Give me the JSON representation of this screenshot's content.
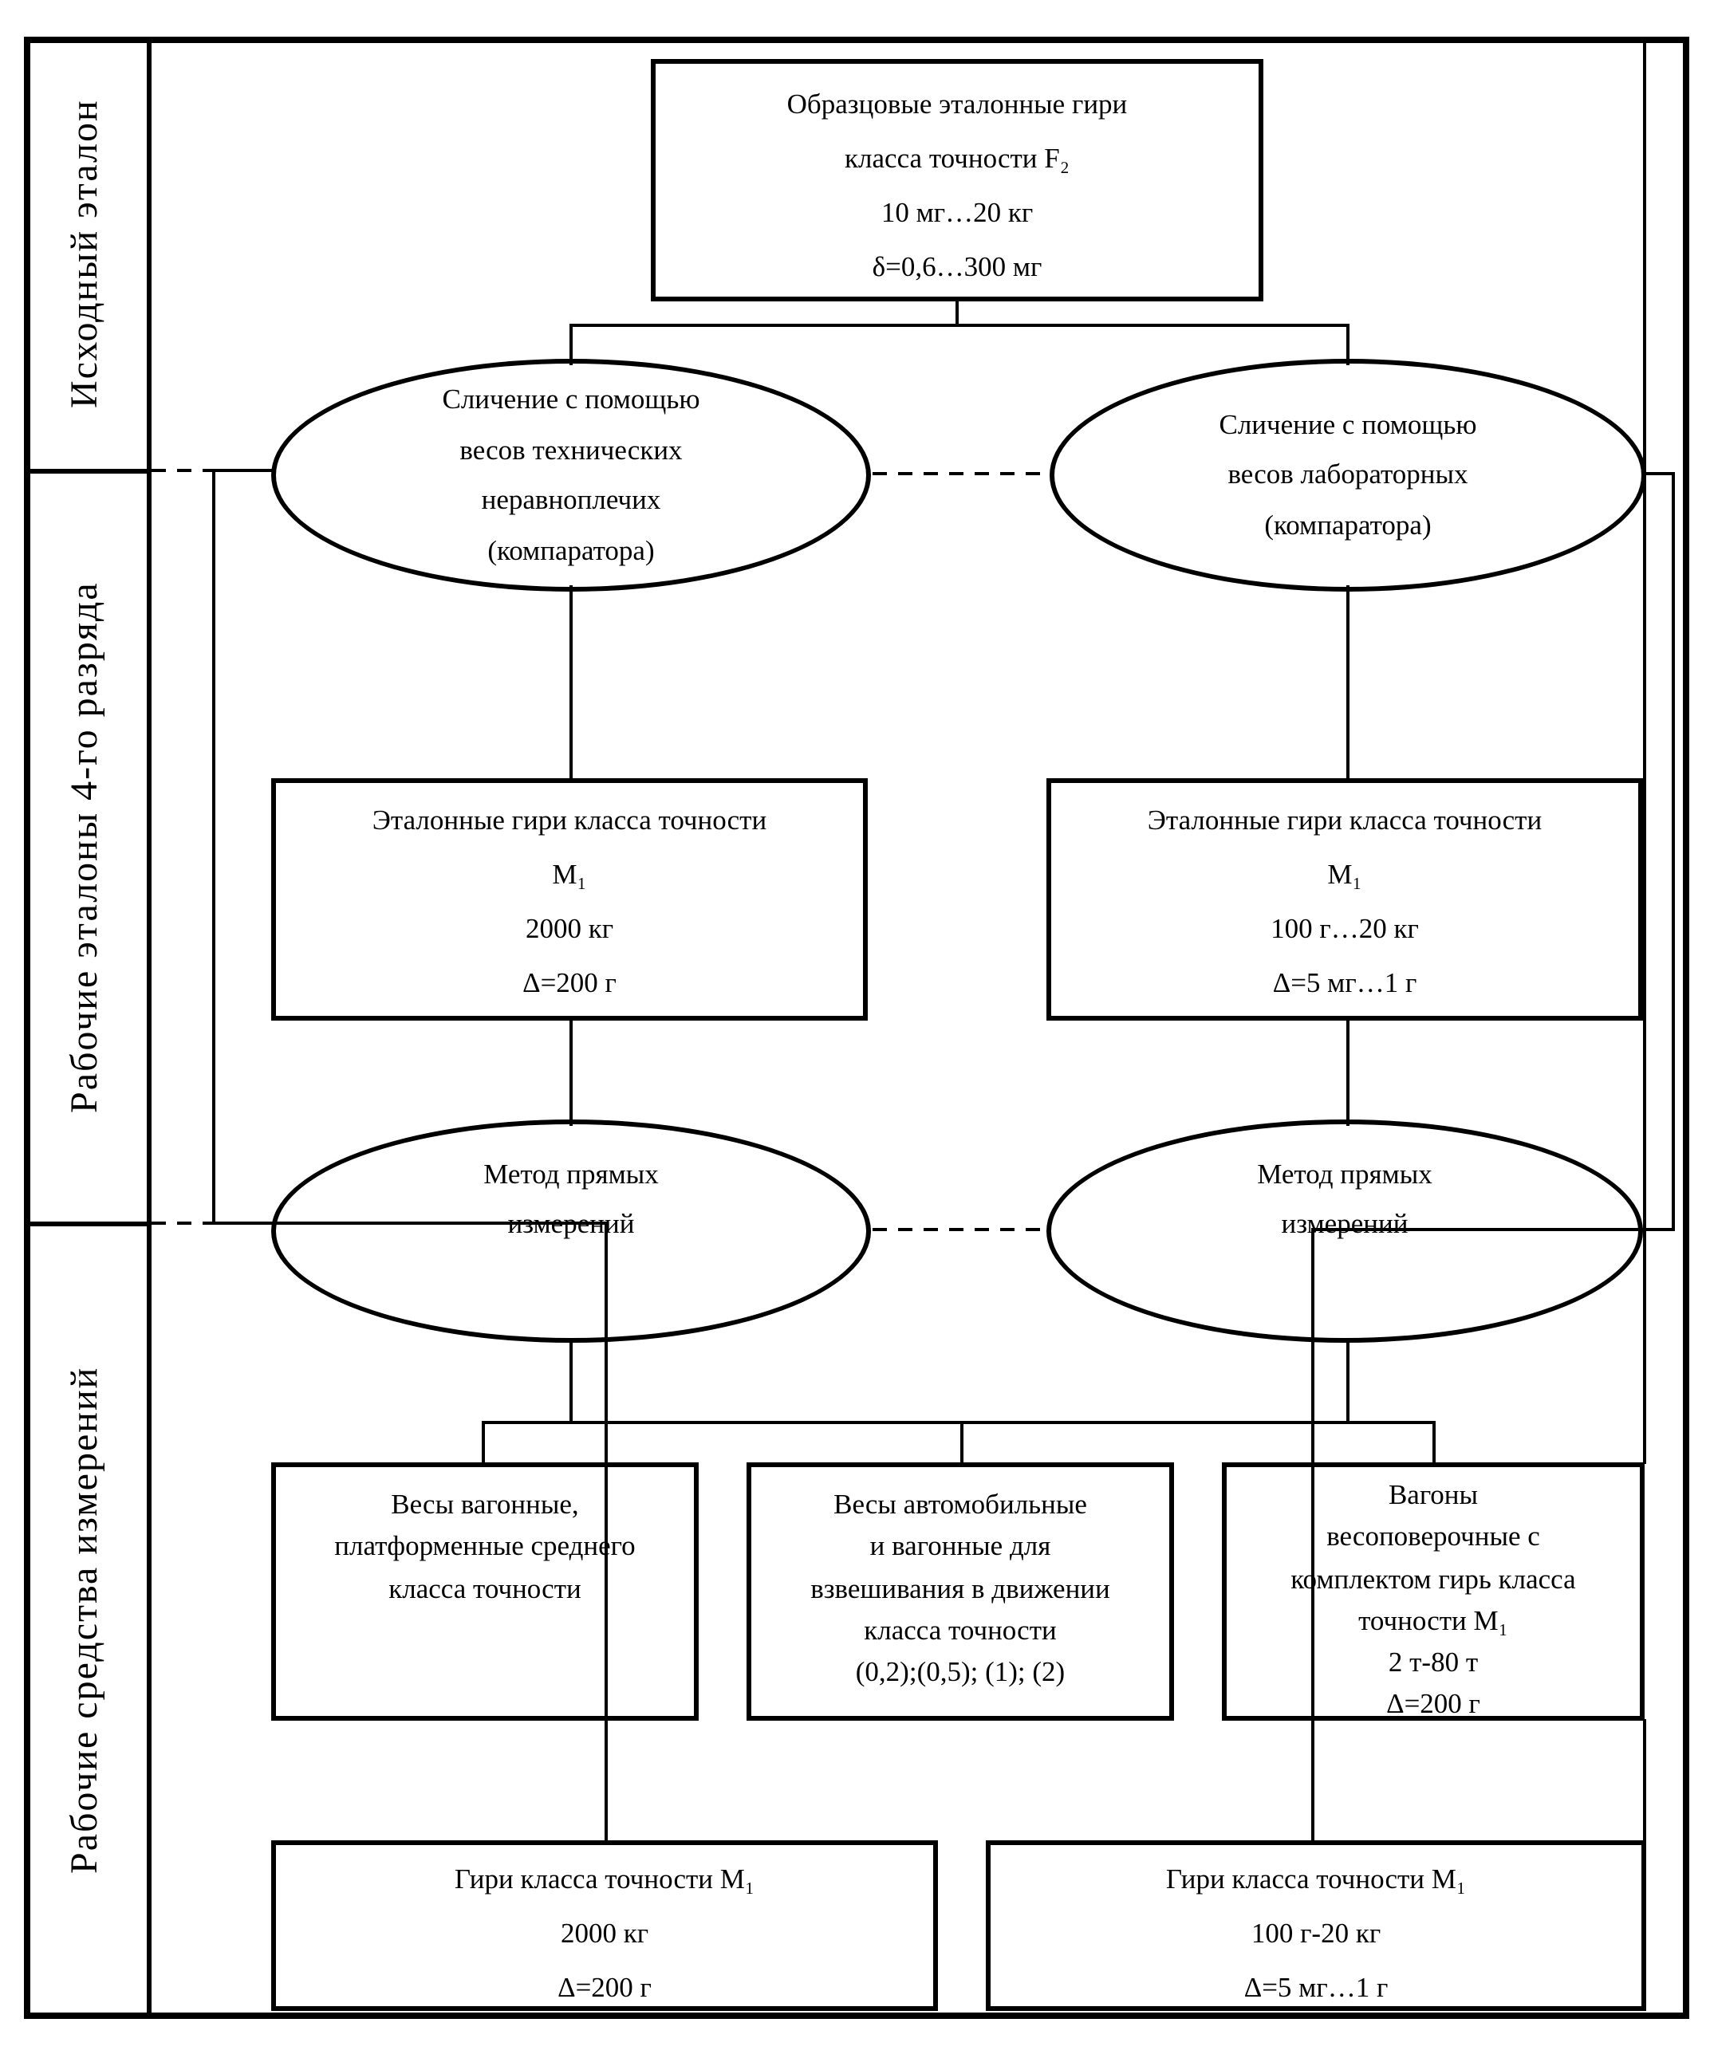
{
  "colors": {
    "ink": "#000000",
    "paper": "#ffffff"
  },
  "sidebar": {
    "sections": [
      {
        "label": "Исходный эталон"
      },
      {
        "label": "Рабочие эталоны 4-го разряда"
      },
      {
        "label": "Рабочие средства измерений"
      }
    ]
  },
  "nodes": {
    "source": {
      "lines": [
        "Образцовые эталонные гири",
        "класса точности F₂",
        "10 мг…20 кг",
        "δ=0,6…300 мг"
      ]
    },
    "compare_technical": {
      "lines": [
        "Сличение с помощью",
        "весов технических",
        "неравноплечих",
        "(компаратора)"
      ]
    },
    "compare_laboratory": {
      "lines": [
        "Сличение с помощью",
        "весов лабораторных",
        "(компаратора)"
      ]
    },
    "etalon_2000": {
      "lines": [
        "Эталонные гири класса точности",
        "М₁",
        "2000 кг",
        "Δ=200 г"
      ]
    },
    "etalon_100g20kg": {
      "lines": [
        "Эталонные гири класса точности",
        "М₁",
        "100 г…20 кг",
        "Δ=5 мг…1 г"
      ]
    },
    "method_left": {
      "lines": [
        "Метод прямых",
        "измерений"
      ]
    },
    "method_right": {
      "lines": [
        "Метод прямых",
        "измерений"
      ]
    },
    "scales_wagon": {
      "lines": [
        "Весы вагонные,",
        "платформенные среднего",
        "класса точности"
      ]
    },
    "scales_auto": {
      "lines": [
        "Весы автомобильные",
        "и вагонные для",
        "взвешивания в движении",
        "класса точности",
        "(0,2);(0,5); (1); (2)"
      ]
    },
    "scales_cars": {
      "lines": [
        "Вагоны",
        "весоповерочные с",
        "комплектом гирь класса",
        "точности М₁",
        "2 т-80 т",
        "Δ=200 г"
      ]
    },
    "weights_2000": {
      "lines": [
        "Гири класса точности М₁",
        "2000 кг",
        "Δ=200 г"
      ]
    },
    "weights_100g20kg": {
      "lines": [
        "Гири класса точности М₁",
        "100 г-20 кг",
        "Δ=5 мг…1 г"
      ]
    }
  }
}
